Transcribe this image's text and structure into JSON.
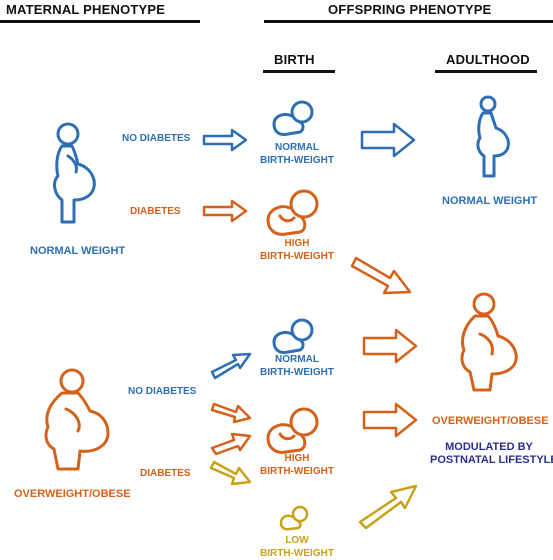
{
  "headers": {
    "maternal": "MATERNAL PHENOTYPE",
    "offspring": "OFFSPRING PHENOTYPE",
    "birth": "BIRTH",
    "adulthood": "ADULTHOOD"
  },
  "labels": {
    "no_diabetes_top": "NO DIABETES",
    "diabetes_top": "DIABETES",
    "normal_weight_mother": "NORMAL WEIGHT",
    "no_diabetes_bottom": "NO DIABETES",
    "diabetes_bottom": "DIABETES",
    "overweight_mother": "OVERWEIGHT/OBESE",
    "normal_bw_top_1": "NORMAL",
    "normal_bw_top_2": "BIRTH-WEIGHT",
    "high_bw_top_1": "HIGH",
    "high_bw_top_2": "BIRTH-WEIGHT",
    "normal_bw_bot_1": "NORMAL",
    "normal_bw_bot_2": "BIRTH-WEIGHT",
    "high_bw_bot_1": "HIGH",
    "high_bw_bot_2": "BIRTH-WEIGHT",
    "low_bw_1": "LOW",
    "low_bw_2": "BIRTH-WEIGHT",
    "adult_normal": "NORMAL WEIGHT",
    "adult_overweight": "OVERWEIGHT/OBESE",
    "modulated_1": "MODULATED BY",
    "modulated_2": "POSTNATAL LIFESTYLE"
  },
  "colors": {
    "blue": "#2e6fb4",
    "orange": "#d4621b",
    "gold": "#c9a219",
    "navy": "#2a2f8c"
  }
}
